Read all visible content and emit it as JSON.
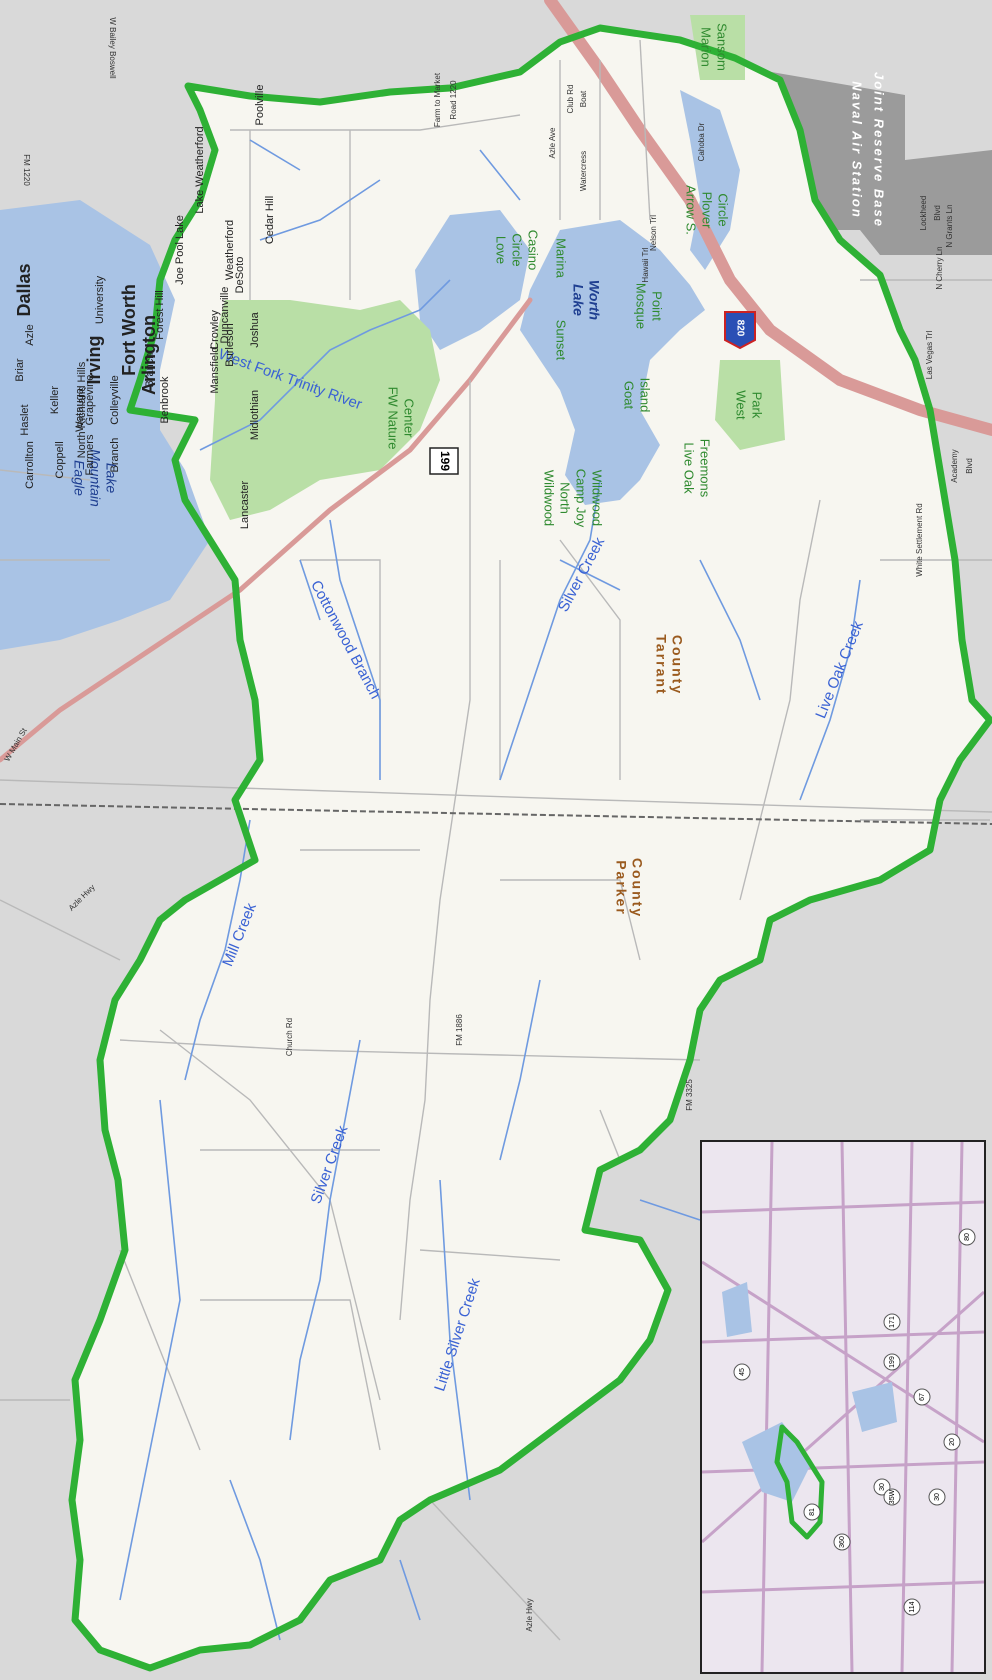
{
  "map": {
    "colors": {
      "background": "#d9d9d9",
      "watershed_fill": "#f7f6f0",
      "boundary": "#2eb135",
      "water": "#a9c3e5",
      "park": "#b9dfa6",
      "highway": "#d99a98",
      "military": "#9b9b9b",
      "road": "#b9b9b9",
      "stream": "#6f9ae0",
      "stream_label": "#3a62d4",
      "park_label": "#2f8a2f",
      "county_label": "#9a5a1e"
    },
    "lake_labels": [
      {
        "text": "Eagle",
        "name": "eagle-mountain-lake-label-1"
      },
      {
        "text": "Mountain",
        "name": "eagle-mountain-lake-label-2"
      },
      {
        "text": "Lake",
        "name": "eagle-mountain-lake-label-3"
      },
      {
        "text": "Lake",
        "name": "lake-worth-label-1"
      },
      {
        "text": "Worth",
        "name": "lake-worth-label-2"
      }
    ],
    "stream_labels": [
      "West Fork Trinity River",
      "Cottonwood Branch",
      "Silver Creek",
      "Live Oak Creek",
      "Mill Creek",
      "Silver Creek",
      "Little Silver Creek"
    ],
    "park_labels": [
      "FW Nature",
      "Center",
      "Love",
      "Circle",
      "Casino",
      "Marina",
      "Sunset",
      "Mosque",
      "Point",
      "Arrow S.",
      "Plover",
      "Circle",
      "Goat",
      "Island",
      "West",
      "Park",
      "Wildwood",
      "North",
      "Camp Joy",
      "Wildwood",
      "Live Oak",
      "Freemons",
      "Marion",
      "Sansom"
    ],
    "county_labels": [
      "Tarrant",
      "County",
      "Parker",
      "County"
    ],
    "military_labels": [
      "Naval Air Station",
      "Joint Reserve Base"
    ],
    "road_labels": [
      "Farm to Market",
      "Road 1220",
      "FM 1220",
      "W Bailey Boswell",
      "Azle Ave",
      "Cahoba Dr",
      "Lockheed",
      "Blvd",
      "N Grants Ln",
      "N Cherry Ln",
      "Academy",
      "Blvd",
      "White Settlement Rd",
      "Las Vegas Trl",
      "W Main St",
      "Azle Hwy",
      "Church Rd",
      "FM 1886",
      "FM 3325",
      "Azle Hwy",
      "Club Rd",
      "Boat",
      "Watercress",
      "Nelson Trl",
      "Hawaii Trl"
    ],
    "shields": {
      "us_route": "199",
      "interstate": "820"
    }
  },
  "inset": {
    "city_labels": [
      "Carrollton",
      "Coppell",
      "Farmers",
      "Branch",
      "Grapevine",
      "Colleyville",
      "Irving",
      "University",
      "Dallas",
      "Keller",
      "Watauga",
      "North Richland Hills",
      "Arlington",
      "Duncanville",
      "DeSoto",
      "Cedar Hill",
      "Lancaster",
      "Haslet",
      "Fort Worth",
      "Forest Hill",
      "Mansfield",
      "Midlothian",
      "Briar",
      "Azle",
      "Benbrook",
      "Crowley",
      "Burleson",
      "Joshua",
      "Lake Weatherford",
      "Weatherford",
      "Poolville",
      "Joe Pool Lake",
      "Branch"
    ],
    "shields": [
      "114",
      "360",
      "30",
      "45",
      "67",
      "35W",
      "81",
      "30",
      "20",
      "171",
      "80",
      "199"
    ]
  }
}
